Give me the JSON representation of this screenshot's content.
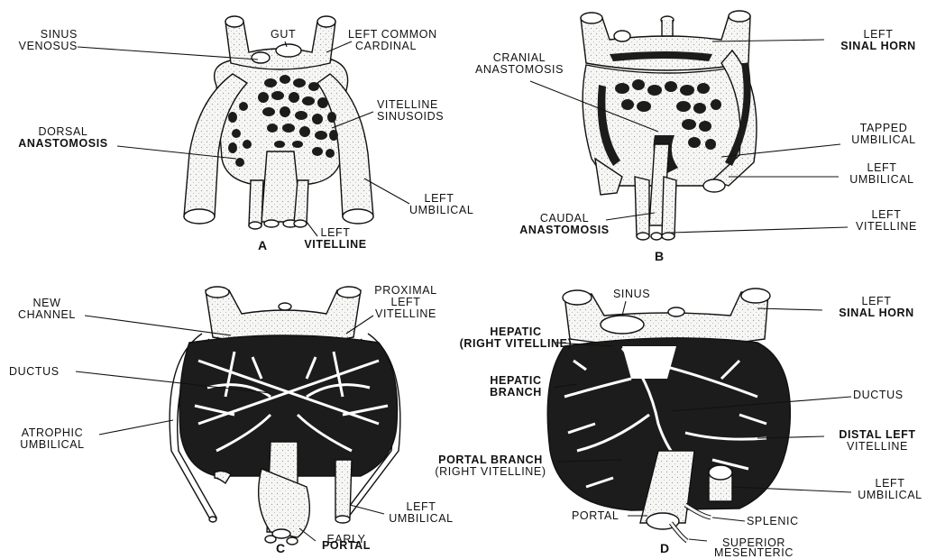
{
  "panels": {
    "a": {
      "letter": "A",
      "labels": {
        "sinus_venosus": [
          "SINUS",
          "VENOSUS"
        ],
        "gut": "GUT",
        "left_common_cardinal": [
          "LEFT COMMON",
          "CARDINAL"
        ],
        "vitelline_sinusoids": [
          "VITELLINE",
          "SINUSOIDS"
        ],
        "dorsal_anastomosis": [
          "DORSAL",
          "ANASTOMOSIS"
        ],
        "left_umbilical": [
          "LEFT",
          "UMBILICAL"
        ],
        "left_vitelline": [
          "LEFT",
          "VITELLINE"
        ]
      }
    },
    "b": {
      "letter": "B",
      "labels": {
        "left_sinal_horn": [
          "LEFT",
          "SINAL HORN"
        ],
        "cranial_anastomosis": [
          "CRANIAL",
          "ANASTOMOSIS"
        ],
        "tapped_umbilical": [
          "TAPPED",
          "UMBILICAL"
        ],
        "left_umbilical": [
          "LEFT",
          "UMBILICAL"
        ],
        "caudal_anastomosis": [
          "CAUDAL",
          "ANASTOMOSIS"
        ],
        "left_vitelline": [
          "LEFT",
          "VITELLINE"
        ]
      }
    },
    "c": {
      "letter": "C",
      "labels": {
        "new_channel": [
          "NEW",
          "CHANNEL"
        ],
        "proximal_left_vitelline": [
          "PROXIMAL",
          "LEFT",
          "VITELLINE"
        ],
        "ductus": "DUCTUS",
        "atrophic_umbilical": [
          "ATROPHIC",
          "UMBILICAL"
        ],
        "left_umbilical": [
          "LEFT",
          "UMBILICAL"
        ],
        "early_portal": [
          "EARLY",
          "PORTAL"
        ]
      }
    },
    "d": {
      "letter": "D",
      "labels": {
        "sinus": "SINUS",
        "left_sinal_horn": [
          "LEFT",
          "SINAL HORN"
        ],
        "hepatic_right_vitelline": [
          "HEPATIC",
          "(RIGHT VITELLINE)"
        ],
        "hepatic_branch": [
          "HEPATIC",
          "BRANCH"
        ],
        "ductus": "DUCTUS",
        "distal_left_vitelline": [
          "DISTAL LEFT",
          "VITELLINE"
        ],
        "portal_branch": [
          "PORTAL BRANCH",
          "(RIGHT VITELLINE)"
        ],
        "left_umbilical": [
          "LEFT",
          "UMBILICAL"
        ],
        "portal": "PORTAL",
        "splenic": "SPLENIC",
        "superior_mesenteric": [
          "SUPERIOR",
          "MESENTERIC"
        ]
      }
    }
  },
  "colors": {
    "ink": "#111111",
    "vessel": "#f4f4f2",
    "sinusoid": "#1c1c1c",
    "paper": "#ffffff"
  }
}
